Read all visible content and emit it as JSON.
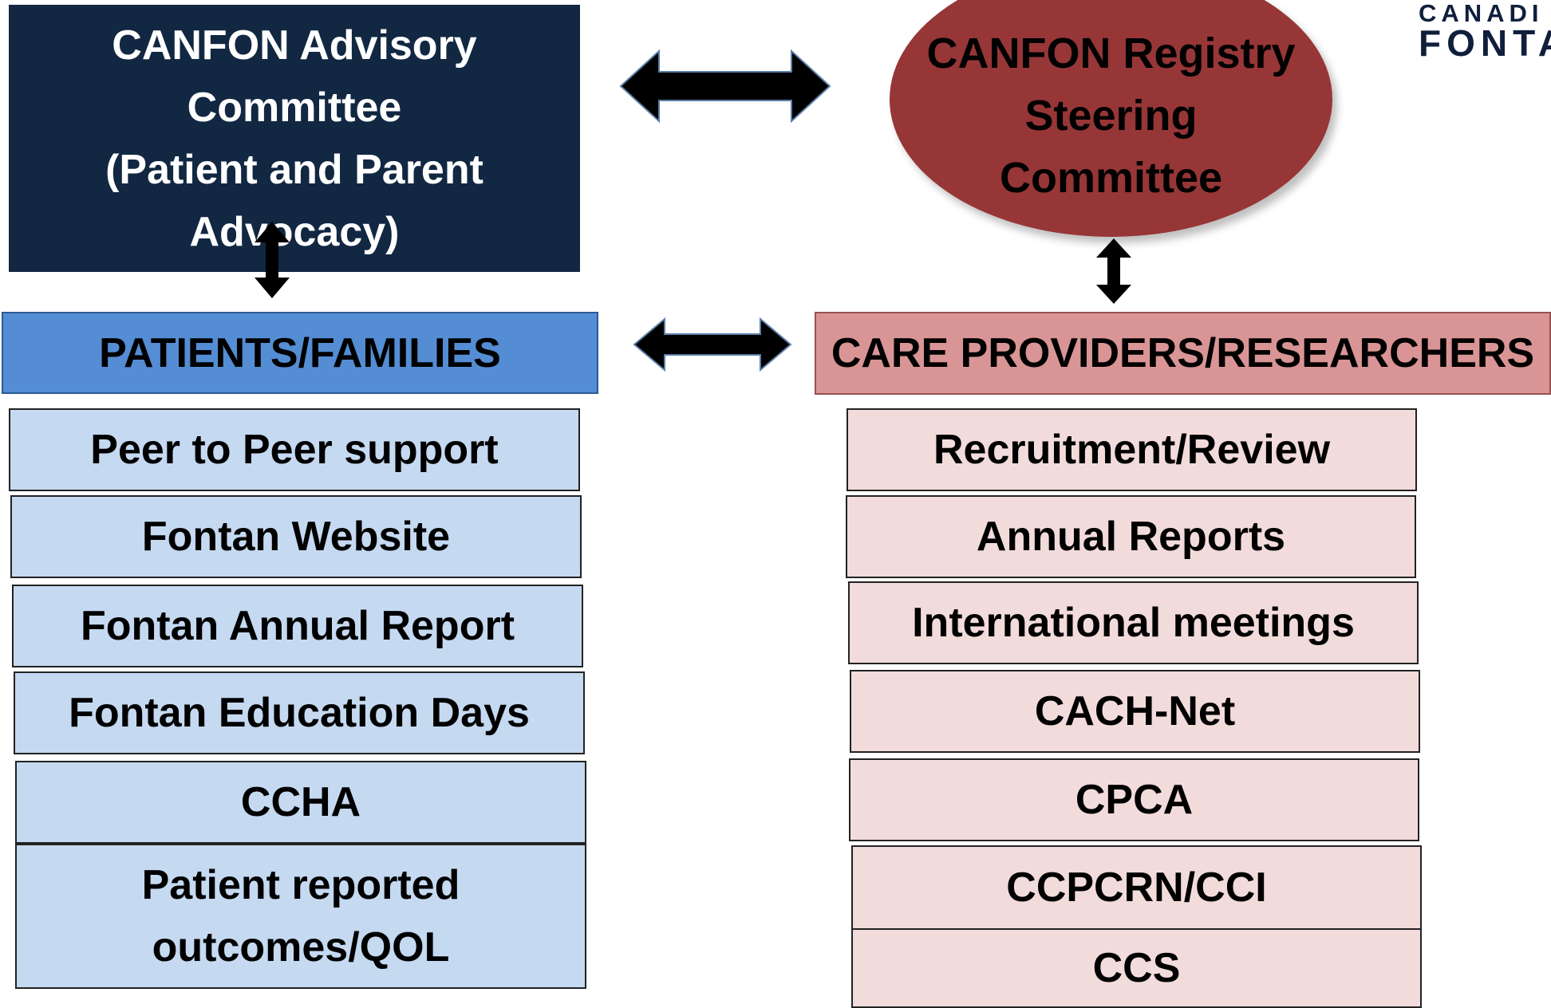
{
  "advisory_committee": {
    "text": "CANFON Advisory\nCommittee\n(Patient and Parent\nAdvocacy)"
  },
  "registry_committee": {
    "text": "CANFON Registry\nSteering\nCommittee"
  },
  "logo": {
    "line1": "CANADI",
    "line2": "FONTA"
  },
  "patients": {
    "header": "PATIENTS/FAMILIES",
    "items": [
      "Peer to Peer support",
      "Fontan Website",
      "Fontan Annual Report",
      "Fontan Education Days",
      "CCHA",
      "Patient reported\noutcomes/QOL"
    ]
  },
  "providers": {
    "header": "CARE PROVIDERS/RESEARCHERS",
    "items": [
      "Recruitment/Review",
      "Annual Reports",
      "International meetings",
      "CACH-Net",
      "CPCA",
      "CCPCRN/CCI",
      "CCS"
    ]
  },
  "colors": {
    "advisory_fill": "#112742",
    "registry_fill": "#973637",
    "patients_header": "#548dd4",
    "patients_item": "#c5d9f1",
    "providers_header": "#d99595",
    "providers_item": "#f2dcdb"
  }
}
